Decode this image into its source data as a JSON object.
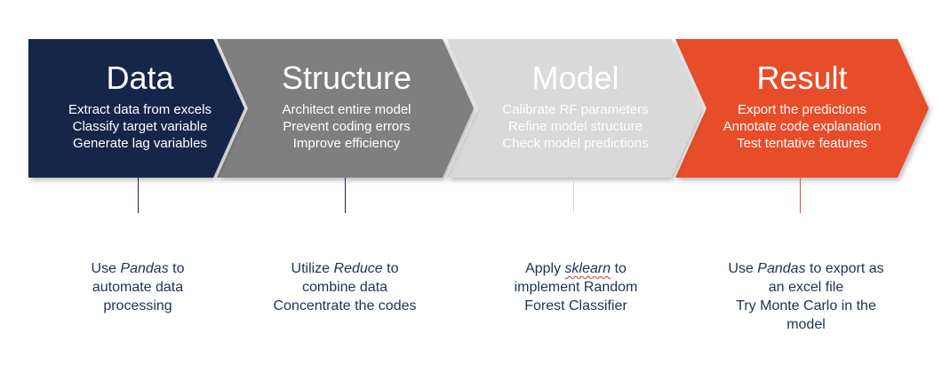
{
  "stages": [
    {
      "title": "Data",
      "lines": [
        "Extract data from excels",
        "Classify target variable",
        "Generate lag variables"
      ],
      "color": "#15284b",
      "text_color": "#ffffff",
      "connector_color": "#15284b",
      "note_lines": [
        {
          "before": "Use ",
          "italic": "Pandas",
          "after": " to"
        },
        {
          "before": "automate data",
          "italic": "",
          "after": ""
        },
        {
          "before": "processing",
          "italic": "",
          "after": ""
        }
      ]
    },
    {
      "title": "Structure",
      "lines": [
        "Architect entire model",
        "Prevent coding errors",
        "Improve efficiency"
      ],
      "color": "#7f7f7f",
      "text_color": "#ffffff",
      "connector_color": "#15284b",
      "note_lines": [
        {
          "before": "Utilize ",
          "italic": "Reduce",
          "after": " to"
        },
        {
          "before": "combine data",
          "italic": "",
          "after": ""
        },
        {
          "before": "Concentrate the codes",
          "italic": "",
          "after": ""
        }
      ]
    },
    {
      "title": "Model",
      "lines": [
        "Calibrate RF parameters",
        "Refine model structure",
        "Check model predictions"
      ],
      "color": "#d9d9d9",
      "text_color": "#ffffff",
      "connector_color": "#d9d9d9",
      "note_lines": [
        {
          "before": "Apply ",
          "italic": "sklearn",
          "after": " to"
        },
        {
          "before": "implement Random",
          "italic": "",
          "after": ""
        },
        {
          "before": "Forest Classifier",
          "italic": "",
          "after": ""
        }
      ]
    },
    {
      "title": "Result",
      "lines": [
        "Export the predictions",
        "Annotate code explanation",
        "Test tentative features"
      ],
      "color": "#e84e2b",
      "text_color": "#ffffff",
      "connector_color": "#e84e2b",
      "note_lines": [
        {
          "before": "Use ",
          "italic": "Pandas",
          "after": " to export as"
        },
        {
          "before": "an excel file",
          "italic": "",
          "after": ""
        },
        {
          "before": "Try Monte Carlo in the",
          "italic": "",
          "after": ""
        },
        {
          "before": "model",
          "italic": "",
          "after": ""
        }
      ]
    }
  ]
}
